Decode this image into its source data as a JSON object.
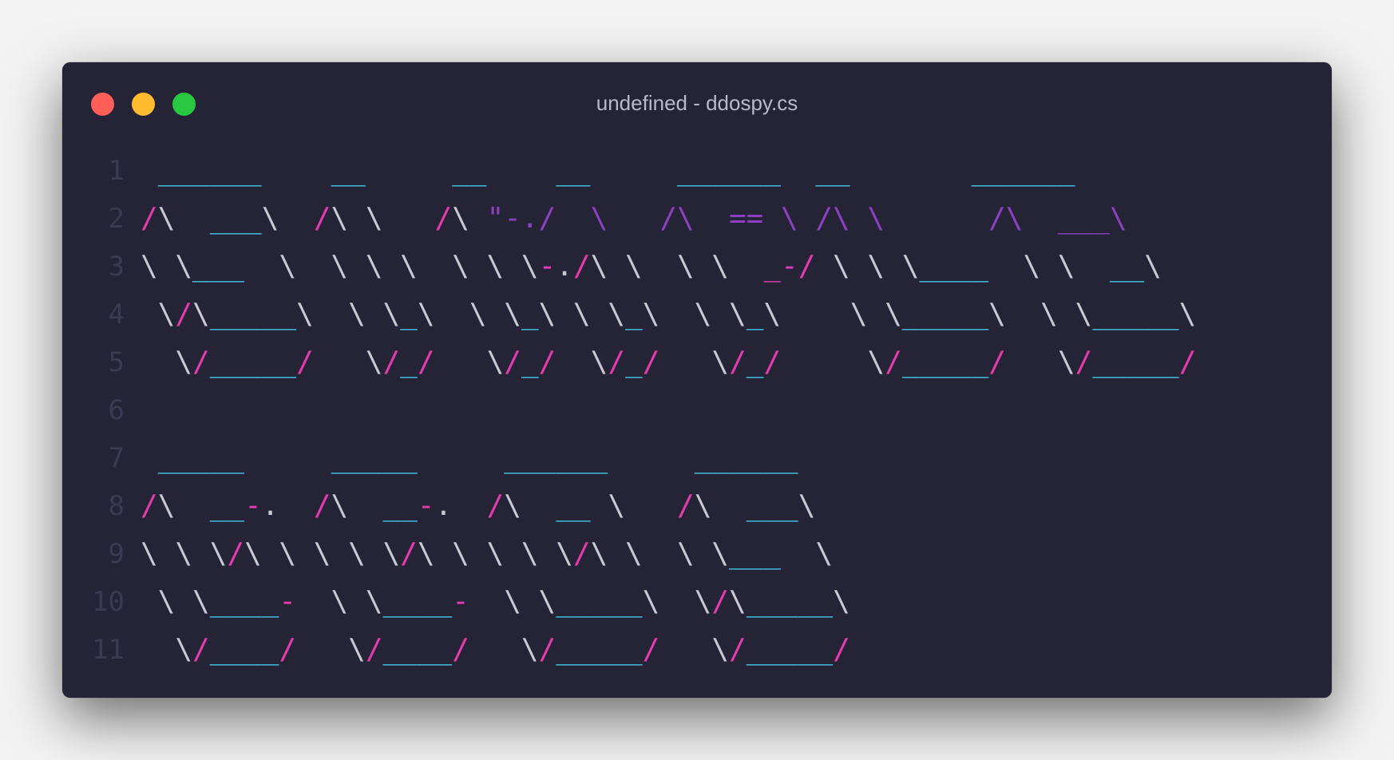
{
  "window": {
    "title": "undefined - ddospy.cs"
  },
  "editor": {
    "lines": [
      {
        "num": "1",
        "segs": [
          [
            "w",
            " "
          ],
          [
            "c",
            "______"
          ],
          [
            "w",
            "    "
          ],
          [
            "c",
            "__"
          ],
          [
            "w",
            "     "
          ],
          [
            "c",
            "__"
          ],
          [
            "w",
            "    "
          ],
          [
            "c",
            "__"
          ],
          [
            "w",
            "     "
          ],
          [
            "c",
            "______"
          ],
          [
            "w",
            "  "
          ],
          [
            "c",
            "__"
          ],
          [
            "w",
            "       "
          ],
          [
            "c",
            "______"
          ]
        ]
      },
      {
        "num": "2",
        "segs": [
          [
            "m",
            "/"
          ],
          [
            "w",
            "\\  "
          ],
          [
            "c",
            "___"
          ],
          [
            "w",
            "\\  "
          ],
          [
            "m",
            "/"
          ],
          [
            "w",
            "\\ \\   "
          ],
          [
            "m",
            "/"
          ],
          [
            "w",
            "\\ "
          ],
          [
            "p",
            "\"-./  \\"
          ],
          [
            "w",
            "   "
          ],
          [
            "p",
            "/\\  == \\ /\\ \\"
          ],
          [
            "w",
            "      "
          ],
          [
            "p",
            "/\\  "
          ],
          [
            "p",
            "___\\"
          ]
        ]
      },
      {
        "num": "3",
        "segs": [
          [
            "w",
            "\\ \\"
          ],
          [
            "c",
            "___"
          ],
          [
            "w",
            "  \\  \\ \\ \\  \\ \\ \\"
          ],
          [
            "m",
            "-"
          ],
          [
            "w",
            "."
          ],
          [
            "m",
            "/"
          ],
          [
            "w",
            "\\ \\  \\ \\  "
          ],
          [
            "m",
            "_-/"
          ],
          [
            "w",
            " \\ \\ \\"
          ],
          [
            "c",
            "____"
          ],
          [
            "w",
            "  \\ \\  "
          ],
          [
            "c",
            "__"
          ],
          [
            "w",
            "\\"
          ]
        ]
      },
      {
        "num": "4",
        "segs": [
          [
            "w",
            " \\"
          ],
          [
            "m",
            "/"
          ],
          [
            "w",
            "\\"
          ],
          [
            "c",
            "_____"
          ],
          [
            "w",
            "\\  \\ \\"
          ],
          [
            "c",
            "_"
          ],
          [
            "w",
            "\\  \\ \\"
          ],
          [
            "c",
            "_"
          ],
          [
            "w",
            "\\ \\ \\"
          ],
          [
            "c",
            "_"
          ],
          [
            "w",
            "\\  \\ \\"
          ],
          [
            "c",
            "_"
          ],
          [
            "w",
            "\\    \\ \\"
          ],
          [
            "c",
            "_____"
          ],
          [
            "w",
            "\\  \\ \\"
          ],
          [
            "c",
            "_____"
          ],
          [
            "w",
            "\\"
          ]
        ]
      },
      {
        "num": "5",
        "segs": [
          [
            "w",
            "  \\"
          ],
          [
            "m",
            "/"
          ],
          [
            "c",
            "_____"
          ],
          [
            "m",
            "/"
          ],
          [
            "w",
            "   \\"
          ],
          [
            "m",
            "/"
          ],
          [
            "c",
            "_"
          ],
          [
            "m",
            "/"
          ],
          [
            "w",
            "   \\"
          ],
          [
            "m",
            "/"
          ],
          [
            "c",
            "_"
          ],
          [
            "m",
            "/"
          ],
          [
            "w",
            "  \\"
          ],
          [
            "m",
            "/"
          ],
          [
            "c",
            "_"
          ],
          [
            "m",
            "/"
          ],
          [
            "w",
            "   \\"
          ],
          [
            "m",
            "/"
          ],
          [
            "c",
            "_"
          ],
          [
            "m",
            "/"
          ],
          [
            "w",
            "     \\"
          ],
          [
            "m",
            "/"
          ],
          [
            "c",
            "_____"
          ],
          [
            "m",
            "/"
          ],
          [
            "w",
            "   \\"
          ],
          [
            "m",
            "/"
          ],
          [
            "c",
            "_____"
          ],
          [
            "m",
            "/"
          ]
        ]
      },
      {
        "num": "6",
        "segs": []
      },
      {
        "num": "7",
        "segs": [
          [
            "w",
            " "
          ],
          [
            "c",
            "_____"
          ],
          [
            "w",
            "     "
          ],
          [
            "c",
            "_____"
          ],
          [
            "w",
            "     "
          ],
          [
            "c",
            "______"
          ],
          [
            "w",
            "     "
          ],
          [
            "c",
            "______"
          ]
        ]
      },
      {
        "num": "8",
        "segs": [
          [
            "m",
            "/"
          ],
          [
            "w",
            "\\  "
          ],
          [
            "c",
            "__"
          ],
          [
            "m",
            "-"
          ],
          [
            "w",
            ".  "
          ],
          [
            "m",
            "/"
          ],
          [
            "w",
            "\\  "
          ],
          [
            "c",
            "__"
          ],
          [
            "m",
            "-"
          ],
          [
            "w",
            ".  "
          ],
          [
            "m",
            "/"
          ],
          [
            "w",
            "\\  "
          ],
          [
            "c",
            "__"
          ],
          [
            "w",
            " \\   "
          ],
          [
            "m",
            "/"
          ],
          [
            "w",
            "\\  "
          ],
          [
            "c",
            "___"
          ],
          [
            "w",
            "\\"
          ]
        ]
      },
      {
        "num": "9",
        "segs": [
          [
            "w",
            "\\ \\ \\"
          ],
          [
            "m",
            "/"
          ],
          [
            "w",
            "\\ \\ \\ \\ \\"
          ],
          [
            "m",
            "/"
          ],
          [
            "w",
            "\\ \\ \\ \\ \\"
          ],
          [
            "m",
            "/"
          ],
          [
            "w",
            "\\ \\  \\ \\"
          ],
          [
            "c",
            "___"
          ],
          [
            "w",
            "  \\"
          ]
        ]
      },
      {
        "num": "10",
        "segs": [
          [
            "w",
            " \\ \\"
          ],
          [
            "c",
            "____"
          ],
          [
            "m",
            "-"
          ],
          [
            "w",
            "  \\ \\"
          ],
          [
            "c",
            "____"
          ],
          [
            "m",
            "-"
          ],
          [
            "w",
            "  \\ \\"
          ],
          [
            "c",
            "_____"
          ],
          [
            "w",
            "\\  \\"
          ],
          [
            "m",
            "/"
          ],
          [
            "w",
            "\\"
          ],
          [
            "c",
            "_____"
          ],
          [
            "w",
            "\\"
          ]
        ]
      },
      {
        "num": "11",
        "segs": [
          [
            "w",
            "  \\"
          ],
          [
            "m",
            "/"
          ],
          [
            "c",
            "____"
          ],
          [
            "m",
            "/"
          ],
          [
            "w",
            "   \\"
          ],
          [
            "m",
            "/"
          ],
          [
            "c",
            "____"
          ],
          [
            "m",
            "/"
          ],
          [
            "w",
            "   \\"
          ],
          [
            "m",
            "/"
          ],
          [
            "c",
            "_____"
          ],
          [
            "m",
            "/"
          ],
          [
            "w",
            "   \\"
          ],
          [
            "m",
            "/"
          ],
          [
            "c",
            "_____"
          ],
          [
            "m",
            "/"
          ]
        ]
      }
    ]
  },
  "colors": {
    "background": "#252436",
    "cyan": "#46c6e8",
    "magenta": "#e43bb0",
    "purple": "#8c3fc0",
    "text": "#c9c9d2"
  }
}
